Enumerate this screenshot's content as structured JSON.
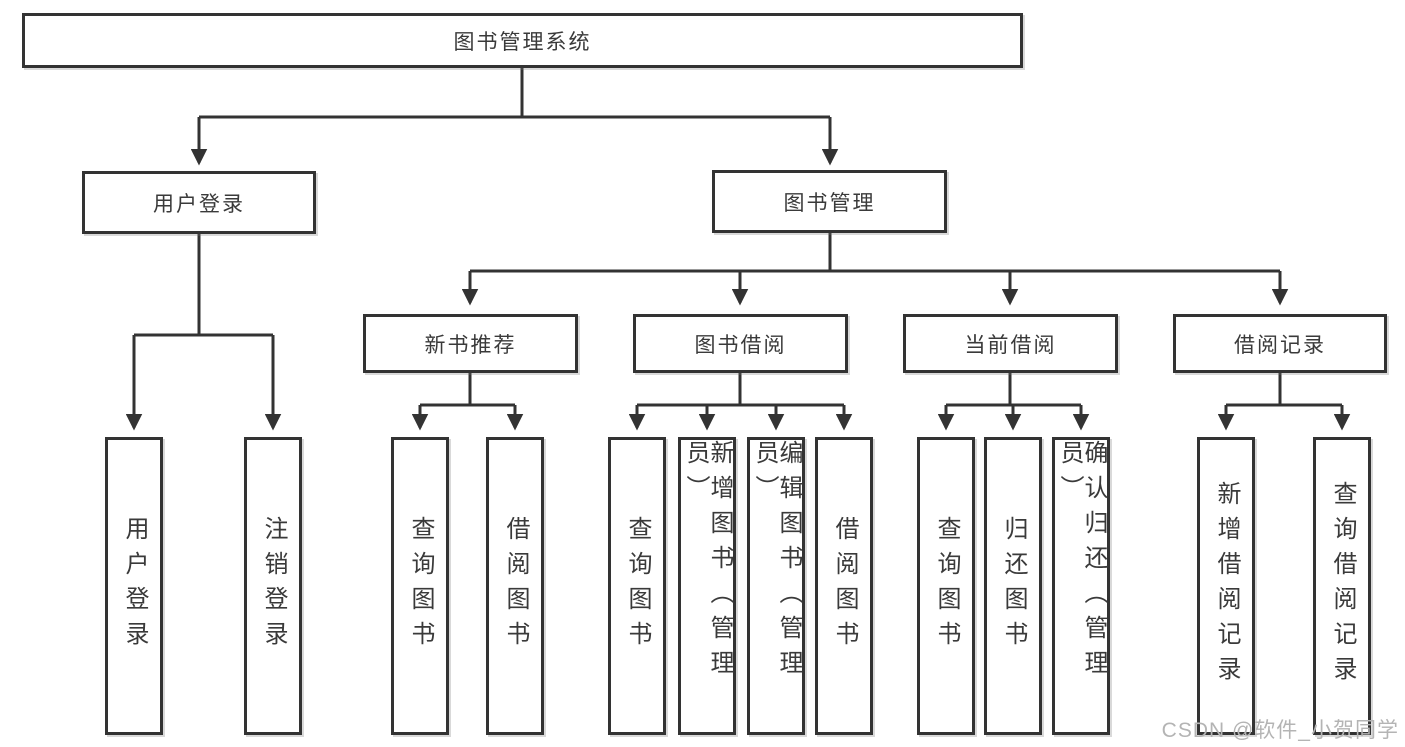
{
  "diagram": {
    "root": "图书管理系统",
    "user_login": {
      "label": "用户登录",
      "children": [
        "用户登录",
        "注销登录"
      ]
    },
    "book_management": {
      "label": "图书管理"
    },
    "new_book_recommend": {
      "label": "新书推荐",
      "children": [
        "查询图书",
        "借阅图书"
      ]
    },
    "book_borrow": {
      "label": "图书借阅",
      "children": [
        "查询图书",
        "新增图书（管理员）",
        "编辑图书（管理员）",
        "借阅图书"
      ]
    },
    "current_borrow": {
      "label": "当前借阅",
      "children": [
        "查询图书",
        "归还图书",
        "确认归还（管理员）"
      ]
    },
    "borrow_records": {
      "label": "借阅记录",
      "children": [
        "新增借阅记录",
        "查询借阅记录"
      ]
    }
  },
  "watermark": {
    "text": "CSDN @软件_小贺同学"
  },
  "colors": {
    "line": "#333333",
    "box_border": "#333333",
    "box_bg": "#ffffff",
    "text": "#3a3a3a",
    "page_bg": "#ffffff",
    "watermark": "#b4b4b4"
  }
}
